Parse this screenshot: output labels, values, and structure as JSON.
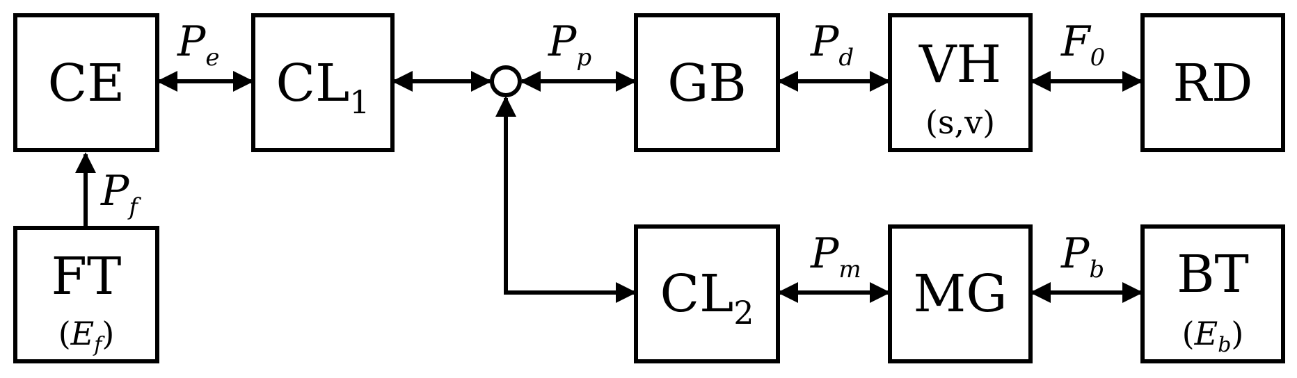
{
  "blocks": {
    "ce": {
      "label": "CE"
    },
    "cl1": {
      "label": "CL",
      "subscript": "1"
    },
    "gb": {
      "label": "GB"
    },
    "vh": {
      "label": "VH",
      "params": "(s,v)"
    },
    "rd": {
      "label": "RD"
    },
    "ft": {
      "label": "FT",
      "params_base": "E",
      "params_sub": "f"
    },
    "cl2": {
      "label": "CL",
      "subscript": "2"
    },
    "mg": {
      "label": "MG"
    },
    "bt": {
      "label": "BT",
      "params_base": "E",
      "params_sub": "b"
    }
  },
  "edges": {
    "pe": {
      "base": "P",
      "sub": "e"
    },
    "pp": {
      "base": "P",
      "sub": "p"
    },
    "pd": {
      "base": "P",
      "sub": "d"
    },
    "f0": {
      "base": "F",
      "sub": "0"
    },
    "pf": {
      "base": "P",
      "sub": "f"
    },
    "pm": {
      "base": "P",
      "sub": "m"
    },
    "pb": {
      "base": "P",
      "sub": "b"
    }
  }
}
